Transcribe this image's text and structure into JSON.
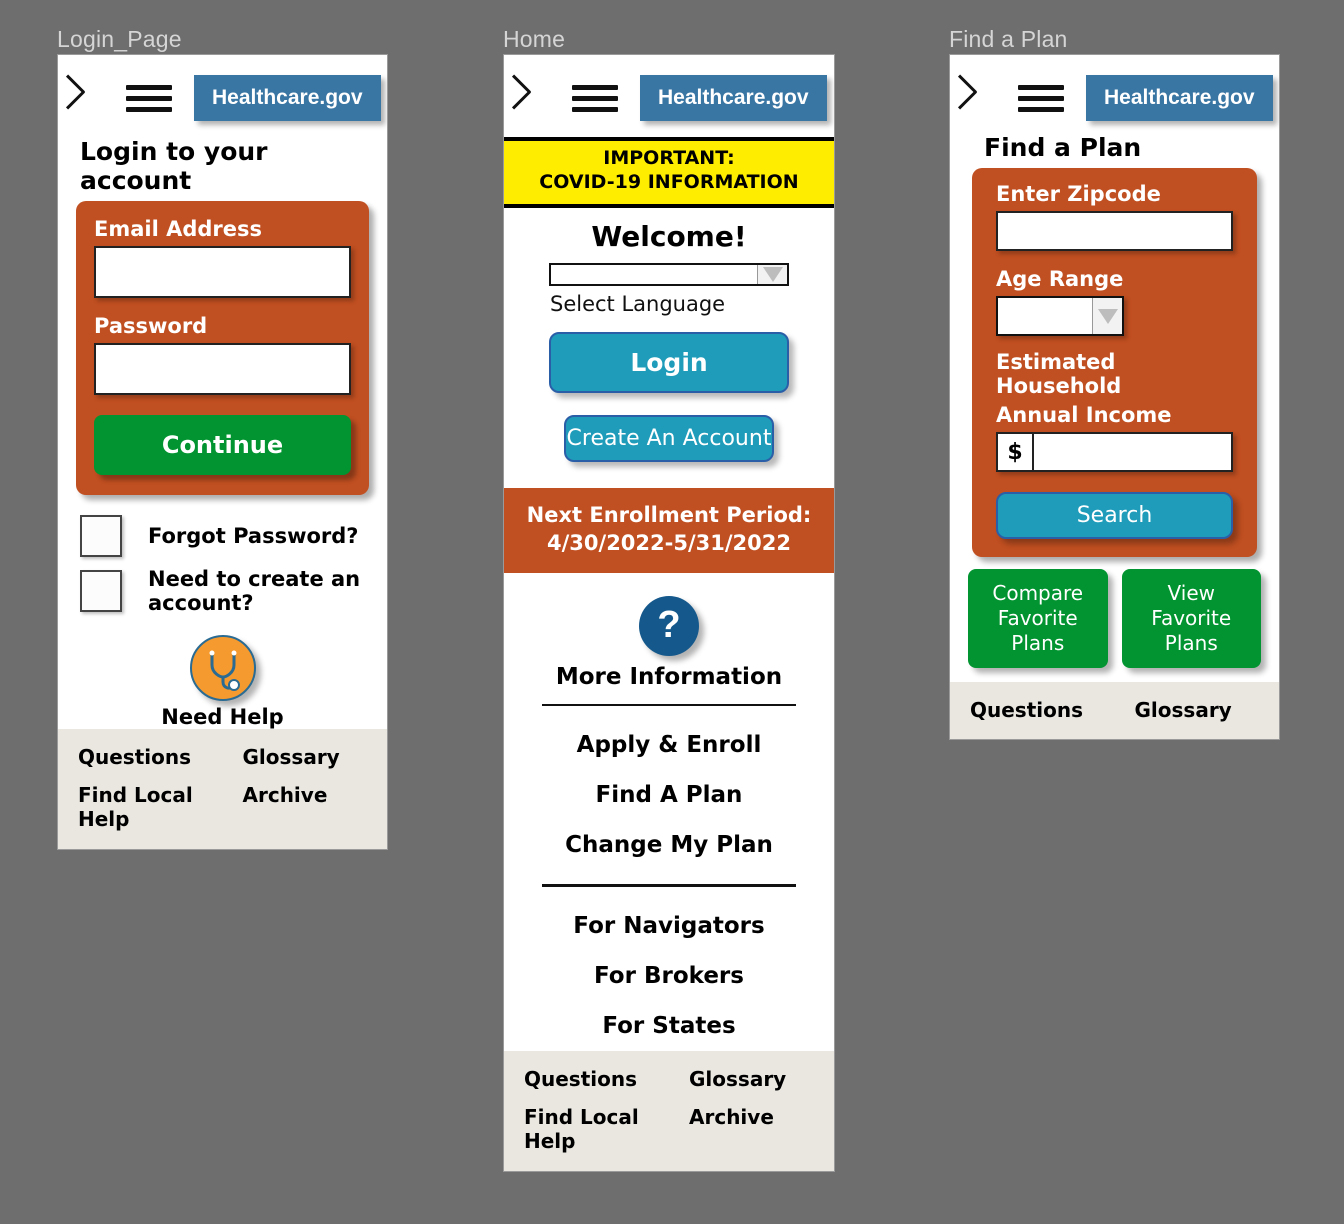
{
  "background_color": "#6e6e6e",
  "palette": {
    "orange_panel": "#c04f21",
    "brand_blue": "#3a76a4",
    "teal_button": "#1f9cba",
    "green_button": "#029430",
    "covid_yellow": "#ffed00",
    "footer_beige": "#e9e7e0",
    "help_circle_orange": "#f59a2e",
    "question_circle_blue": "#15598c",
    "screen_label_gray": "#d5d5d5"
  },
  "common": {
    "brand_label": "Healthcare.gov",
    "back_icon": "back-chevron-icon",
    "menu_icon": "hamburger-menu-icon",
    "footer_links": [
      "Questions",
      "Glossary",
      "Find Local Help",
      "Archive"
    ]
  },
  "screens": [
    {
      "label": "Login_Page",
      "heading": "Login to your account",
      "form": {
        "email_label": "Email Address",
        "email_value": "",
        "password_label": "Password",
        "password_value": "",
        "submit_label": "Continue"
      },
      "checkboxes": [
        {
          "label": "Forgot Password?",
          "checked": false
        },
        {
          "label": "Need to create an account?",
          "checked": false
        }
      ],
      "help": {
        "icon": "stethoscope-icon",
        "label": "Need Help"
      }
    },
    {
      "label": "Home",
      "covid_banner": {
        "line1": "IMPORTANT:",
        "line2": "COVID-19 INFORMATION"
      },
      "welcome": "Welcome!",
      "language_select": {
        "value": "",
        "caption": "Select Language"
      },
      "login_button": "Login",
      "create_account_button": "Create An Account",
      "enrollment": {
        "line1": "Next Enrollment Period:",
        "line2": "4/30/2022-5/31/2022"
      },
      "more_information": {
        "icon": "question-mark-icon",
        "label": "More Information"
      },
      "menu_group_1": [
        "Apply & Enroll",
        "Find A Plan",
        "Change My Plan"
      ],
      "menu_group_2": [
        "For Navigators",
        "For Brokers",
        "For States"
      ]
    },
    {
      "label": "Find a Plan",
      "heading": "Find a Plan",
      "form": {
        "zip_label": "Enter Zipcode",
        "zip_value": "",
        "age_label": "Age Range",
        "age_value": "",
        "income_label_line1": "Estimated Household",
        "income_label_line2": "Annual Income",
        "income_prefix": "$",
        "income_value": "",
        "search_label": "Search"
      },
      "favorites": [
        {
          "line1": "Compare",
          "line2": "Favorite Plans"
        },
        {
          "line1": "View",
          "line2": "Favorite Plans"
        }
      ]
    }
  ]
}
